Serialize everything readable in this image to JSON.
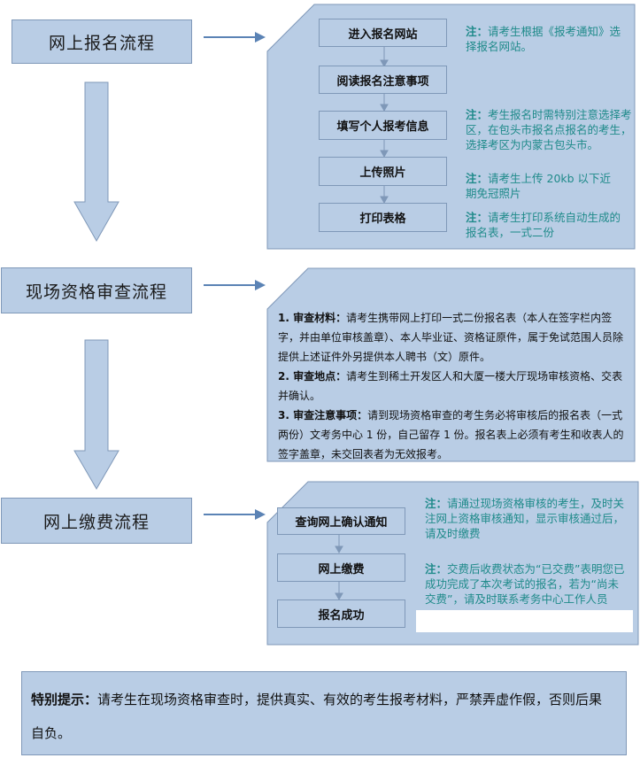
{
  "stages": [
    {
      "id": "online_signup",
      "label": "网上报名流程"
    },
    {
      "id": "onsite_review",
      "label": "现场资格审查流程"
    },
    {
      "id": "online_payment",
      "label": "网上缴费流程"
    }
  ],
  "signup_steps": [
    "进入报名网站",
    "阅读报名注意事项",
    "填写个人报考信息",
    "上传照片",
    "打印表格"
  ],
  "signup_notes": [
    {
      "prefix": "注：",
      "text": "请考生根据《报考通知》选择报名网站。"
    },
    {
      "prefix": "注：",
      "text": "考生报名时需特别注意选择考区，在包头市报名点报名的考生，选择考区为内蒙古包头市。"
    },
    {
      "prefix": "注：",
      "text": "请考生上传 20kb 以下近期免冠照片"
    },
    {
      "prefix": "注：",
      "text": "请考生打印系统自动生成的报名表，一式二份"
    }
  ],
  "review_items": [
    {
      "label": "1. 审查材料：",
      "text": "请考生携带网上打印一式二份报名表（本人在签字栏内签字，并由单位审核盖章）、本人毕业证、资格证原件，属于免试范围人员除提供上述证件外另提供本人聘书（文）原件。"
    },
    {
      "label": "2. 审查地点：",
      "text": "请考生到稀土开发区人和大厦一楼大厅现场审核资格、交表并确认。"
    },
    {
      "label": "3. 审查注意事项：",
      "text": "请到现场资格审查的考生务必将审核后的报名表（一式两份）文考务中心 1 份，自己留存 1 份。报名表上必须有考生和收表人的签字盖章，未交回表者为无效报考。"
    }
  ],
  "payment_steps": [
    "查询网上确认通知",
    "网上缴费",
    "报名成功"
  ],
  "payment_notes": [
    {
      "prefix": "注：",
      "text": "请通过现场资格审核的考生，及时关注网上资格审核通知，显示审核通过后，请及时缴费"
    },
    {
      "prefix": "注：",
      "text": "交费后收费状态为“已交费”表明您已成功完成了本次考试的报名，若为“尚未交费”，请及时联系考务中心工作人员"
    }
  ],
  "special_tip": {
    "label": "特别提示：",
    "text": "请考生在现场资格审查时，提供真实、有效的考生报考材料，严禁弄虚作假，否则后果自负。"
  },
  "colors": {
    "fill": "#b9cde5",
    "border": "#7f98b8",
    "arrow": "#5b83b5",
    "note": "#1f8a8a"
  }
}
